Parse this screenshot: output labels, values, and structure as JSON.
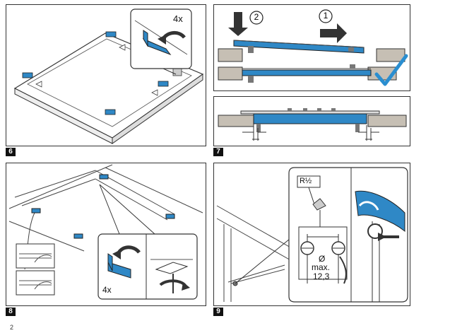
{
  "page": {
    "number": "2"
  },
  "colors": {
    "blue": "#2f88c6",
    "wood": "#c6bfb4",
    "check": "#2a8ed0"
  },
  "fig6": {
    "number": "6",
    "label": "4x"
  },
  "fig7": {
    "number": "7",
    "step1": "1",
    "step2": "2"
  },
  "fig8": {
    "number": "8",
    "label": "4x"
  },
  "fig9": {
    "number": "9",
    "thread": "R½",
    "dia_symbol": "Ø",
    "dia_max": "max.",
    "dia_value": "12,3"
  }
}
